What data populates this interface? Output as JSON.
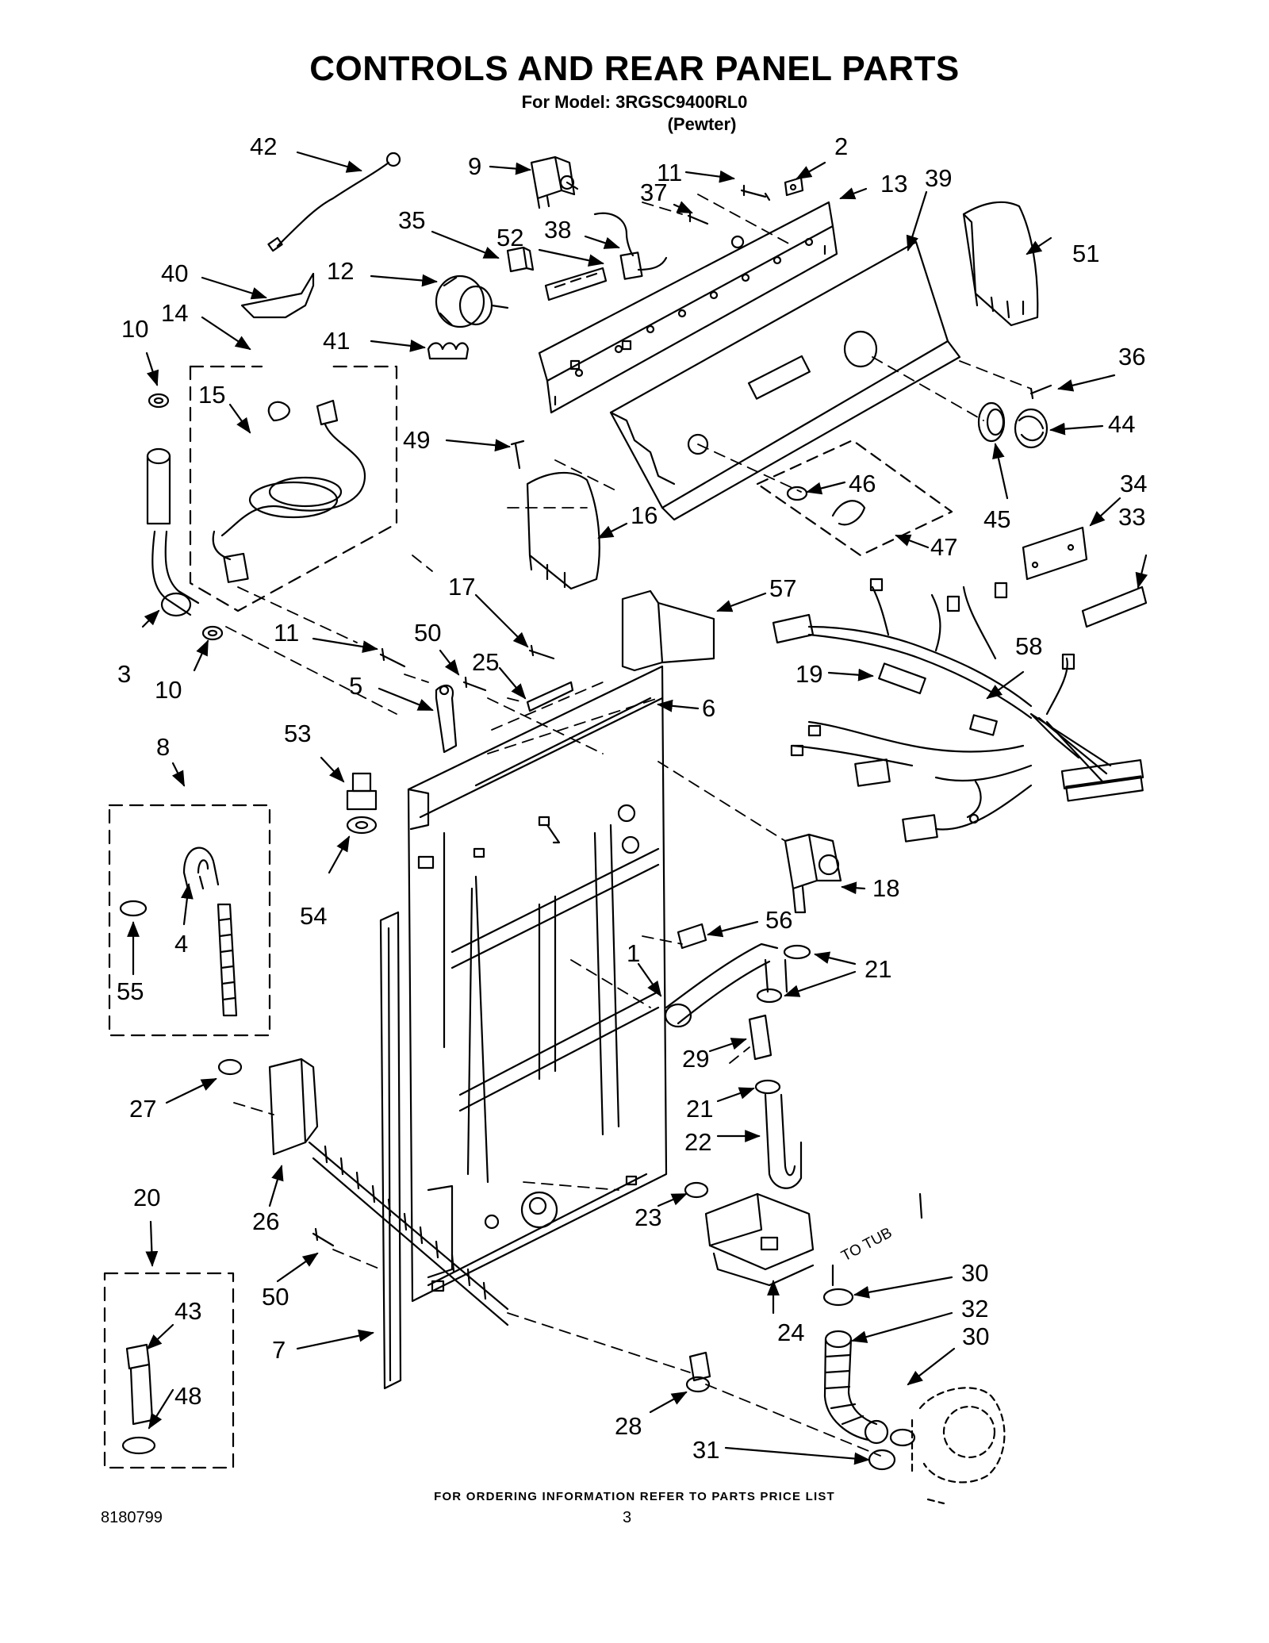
{
  "header": {
    "title": "CONTROLS AND REAR PANEL PARTS",
    "model_line": "For Model: 3RGSC9400RL0",
    "color_line": "(Pewter)"
  },
  "annotation": {
    "to_tub": "TO TUB"
  },
  "callouts": {
    "c42": "42",
    "c9": "9",
    "c11a": "11",
    "c2": "2",
    "c37": "37",
    "c13": "13",
    "c39": "39",
    "c35": "35",
    "c52": "52",
    "c38": "38",
    "c51": "51",
    "c40": "40",
    "c12": "12",
    "c10a": "10",
    "c14": "14",
    "c41": "41",
    "c36": "36",
    "c15": "15",
    "c49": "49",
    "c44": "44",
    "c46": "46",
    "c34": "34",
    "c16": "16",
    "c45": "45",
    "c33": "33",
    "c47": "47",
    "c17": "17",
    "c57": "57",
    "c11b": "11",
    "c50a": "50",
    "c25": "25",
    "c58": "58",
    "c3": "3",
    "c10b": "10",
    "c19": "19",
    "c5": "5",
    "c6": "6",
    "c8": "8",
    "c53": "53",
    "c18": "18",
    "c54": "54",
    "c56": "56",
    "c4": "4",
    "c1": "1",
    "c21a": "21",
    "c55": "55",
    "c29": "29",
    "c27": "27",
    "c21b": "21",
    "c22": "22",
    "c20": "20",
    "c26": "26",
    "c23": "23",
    "c30a": "30",
    "c43": "43",
    "c32": "32",
    "c50b": "50",
    "c24": "24",
    "c30b": "30",
    "c7": "7",
    "c48": "48",
    "c28": "28",
    "c31": "31"
  },
  "footer": {
    "note": "FOR ORDERING INFORMATION REFER TO PARTS PRICE LIST",
    "doc_number": "8180799",
    "page": "3"
  }
}
